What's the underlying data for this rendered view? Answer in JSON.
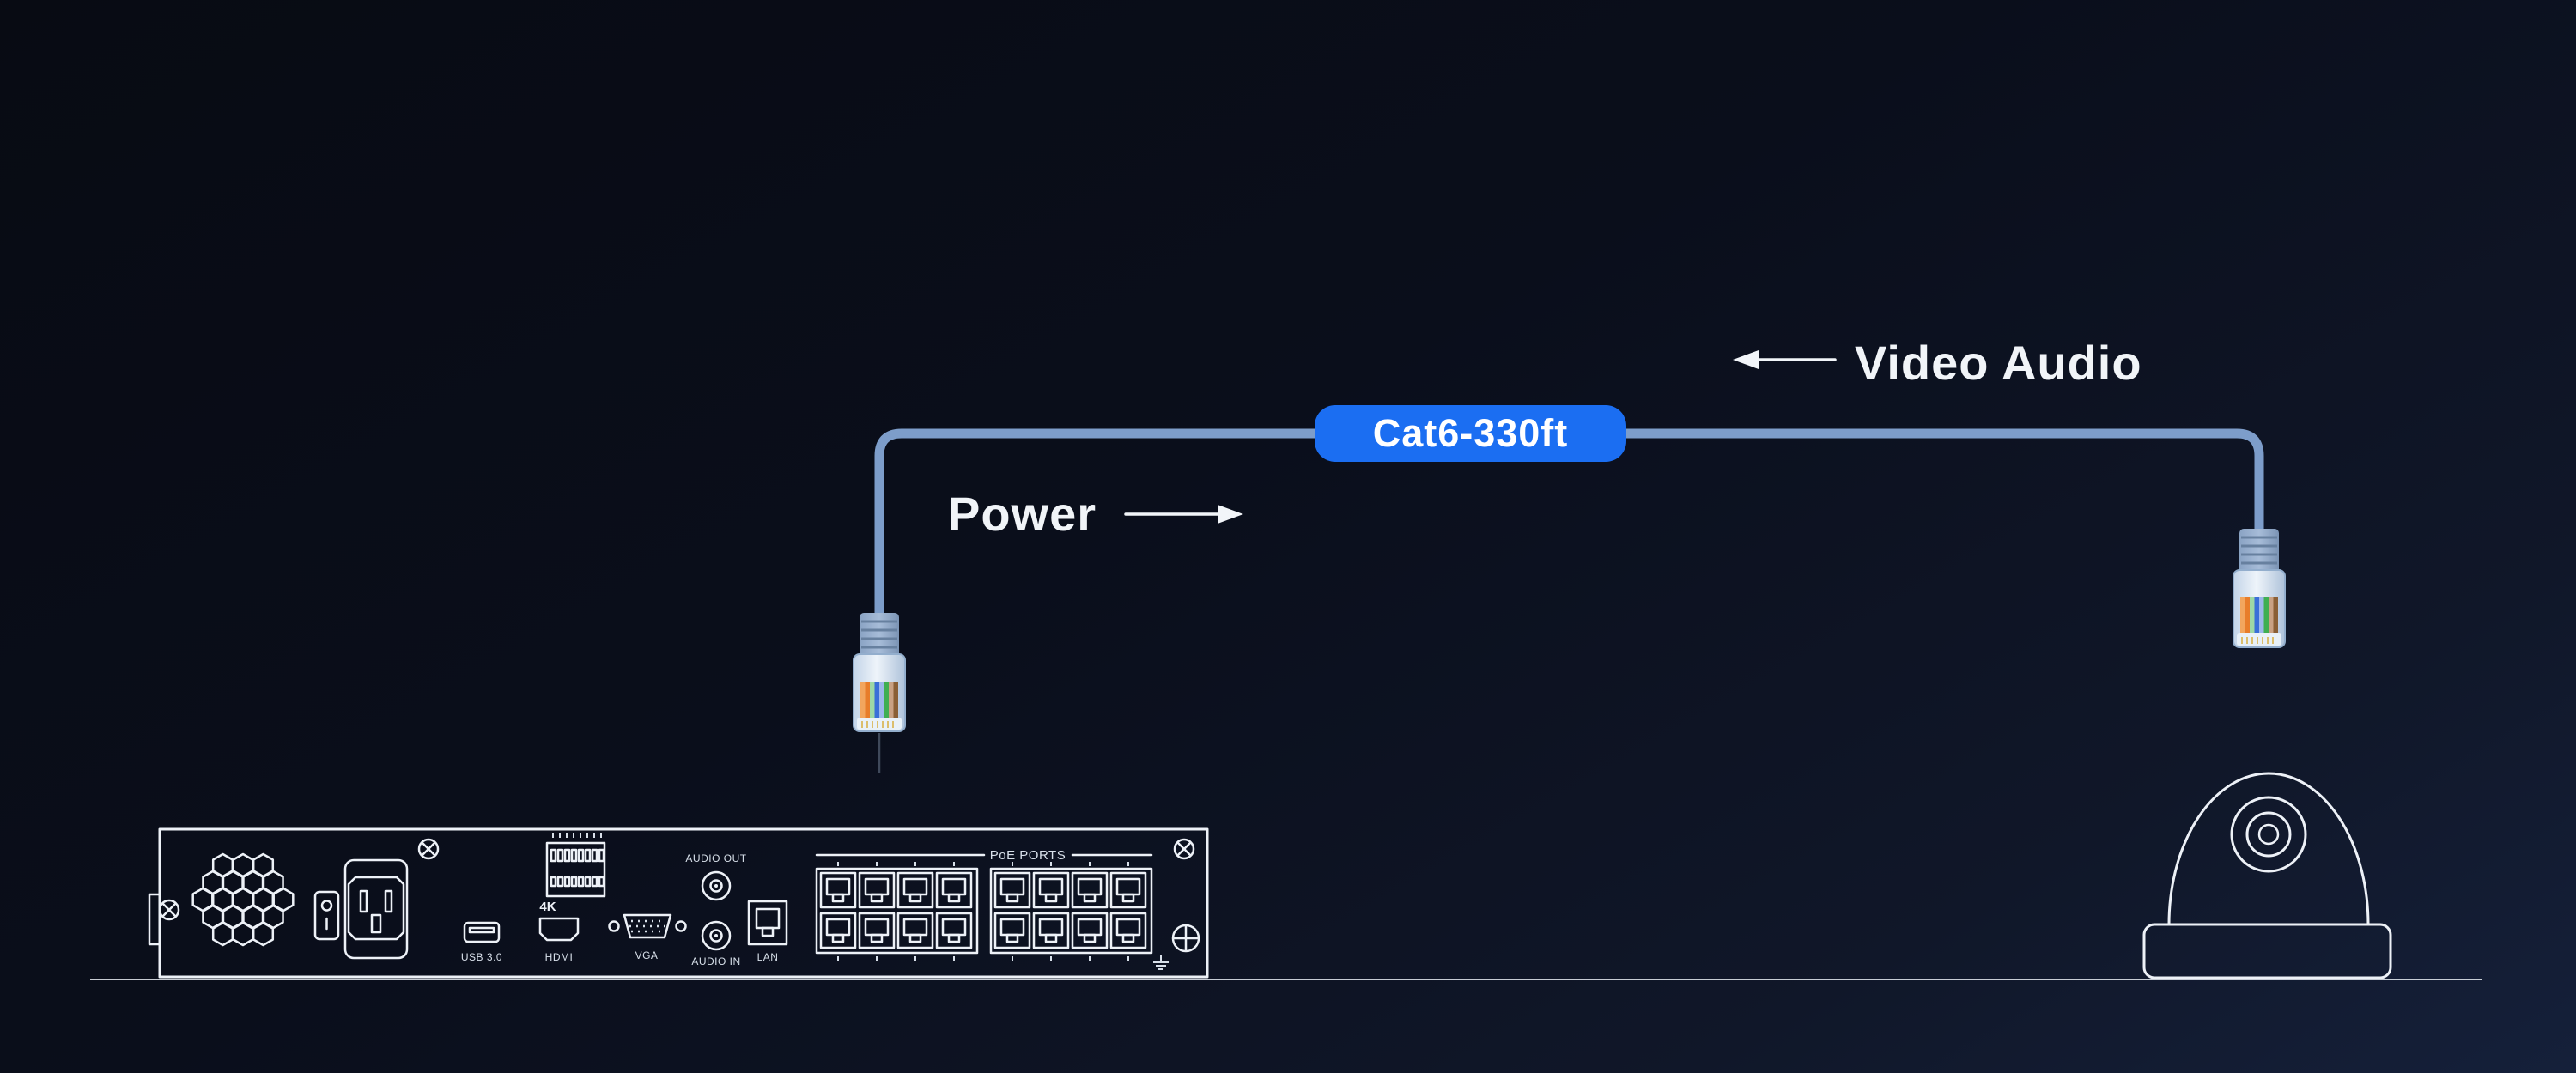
{
  "badge": {
    "label": "Cat6-330ft",
    "bg": "#1b6ef2",
    "text_color": "#ffffff"
  },
  "annotations": {
    "power": "Power",
    "video_audio": "Video Audio"
  },
  "cable": {
    "color": "#7d9dca"
  },
  "nvr_labels": {
    "four_k": "4K",
    "usb": "USB 3.0",
    "hdmi": "HDMI",
    "vga": "VGA",
    "audio_out": "AUDIO OUT",
    "audio_in": "AUDIO IN",
    "lan": "LAN",
    "poe_ports": "PoE PORTS"
  },
  "colors": {
    "background": "#0b0f1d",
    "line_art": "#edf1f7",
    "text": "#f1f4f8"
  }
}
